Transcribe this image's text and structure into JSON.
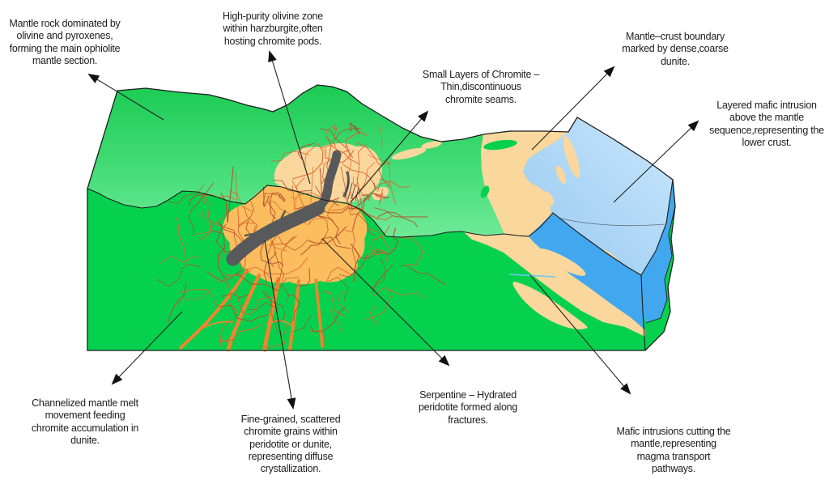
{
  "labels": [
    {
      "id": "mantle-rock",
      "lines": [
        "Mantle rock dominated by",
        "olivine and pyroxenes,",
        "forming the main ophiolite",
        "mantle section."
      ]
    },
    {
      "id": "olivine-zone",
      "lines": [
        "High-purity olivine zone",
        "within harzburgite,often",
        "hosting chromite pods."
      ]
    },
    {
      "id": "chromite-layers",
      "lines": [
        "Small Layers of Chromite –",
        "Thin,discontinuous",
        "chromite seams."
      ]
    },
    {
      "id": "moho-boundary",
      "lines": [
        "Mantle–crust boundary",
        "marked by dense,coarse",
        "dunite."
      ]
    },
    {
      "id": "layered-intrusion",
      "lines": [
        "Layered mafic intrusion",
        "above the mantle",
        "sequence,representing the",
        "lower crust."
      ]
    },
    {
      "id": "melt-channels",
      "lines": [
        "Channelized mantle melt",
        "movement feeding",
        "chromite accumulation in",
        "dunite."
      ]
    },
    {
      "id": "disseminated-chromite",
      "lines": [
        "Fine-grained, scattered",
        "chromite grains within",
        "peridotite or dunite,",
        "representing diffuse",
        "crystallization."
      ]
    },
    {
      "id": "serpentine",
      "lines": [
        "Serpentine – Hydrated",
        "peridotite formed along",
        "fractures."
      ]
    },
    {
      "id": "mafic-dikes",
      "lines": [
        "Mafic intrusions cutting the",
        "mantle,representing",
        "magma transport",
        "pathways."
      ]
    }
  ],
  "colors": {
    "background": "#FFFFFF",
    "label_text": "#1C1C1E",
    "outline_black": "#1C1C1C",
    "mantle_front_green": "#06D14E",
    "mantle_top_green_dark": "#1BCB53",
    "mantle_top_green_mid": "#4ADF7C",
    "mantle_top_green_light": "#8AF0A9",
    "dunite_front_orange": "#FBBD5E",
    "dunite_top_tan": "#FAD79C",
    "chromite_gray": "#58595B",
    "fracture_red_bright": "#E0602C",
    "fracture_red_dark": "#B44C28",
    "melt_channel_orange": "#F5832E",
    "intrusion_top_blue_light": "#96C9F0",
    "intrusion_top_blue_lighter": "#C9E6FC",
    "intrusion_front_blue": "#41A7EF",
    "sill_line_blue": "#6CC8F2"
  }
}
